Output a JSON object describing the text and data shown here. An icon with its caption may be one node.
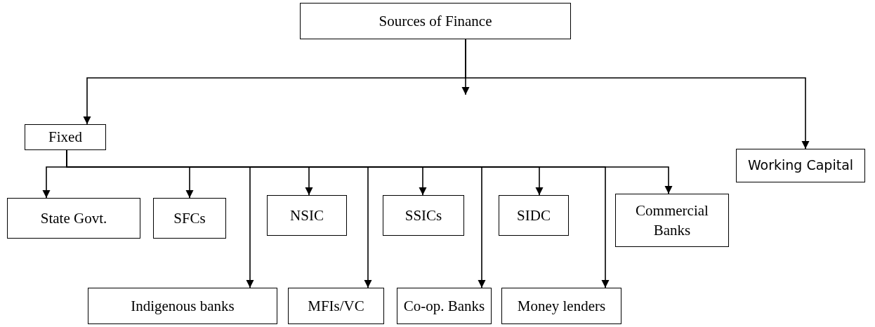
{
  "diagram": {
    "nodes": [
      {
        "text": [
          "Sources of Finance"
        ]
      },
      {
        "text": [
          "Fixed"
        ]
      },
      {
        "text": [
          "Working Capital"
        ]
      },
      {
        "text": [
          "State Govt."
        ]
      },
      {
        "text": [
          "SFCs"
        ]
      },
      {
        "text": [
          "NSIC"
        ]
      },
      {
        "text": [
          "SSICs"
        ]
      },
      {
        "text": [
          "SIDC"
        ]
      },
      {
        "text": [
          "Commercial Banks"
        ]
      },
      {
        "text": [
          "Indigenous banks"
        ]
      },
      {
        "text": [
          "MFIs/VC"
        ]
      },
      {
        "text": [
          "Co-op. Banks"
        ]
      },
      {
        "text": [
          "Money lenders"
        ]
      }
    ],
    "edges": [
      {
        "from": 0,
        "to": 1,
        "arrow": "to"
      },
      {
        "from": 0,
        "to": 2,
        "arrow": "to"
      },
      {
        "from": 1,
        "to": 3,
        "arrow": "to"
      },
      {
        "from": 1,
        "to": 4,
        "arrow": "to"
      },
      {
        "from": 1,
        "to": 9,
        "arrow": "to"
      },
      {
        "from": 1,
        "to": 5,
        "arrow": "to"
      },
      {
        "from": 1,
        "to": 10,
        "arrow": "to"
      },
      {
        "from": 1,
        "to": 6,
        "arrow": "to"
      },
      {
        "from": 1,
        "to": 11,
        "arrow": "to"
      },
      {
        "from": 1,
        "to": 7,
        "arrow": "to"
      },
      {
        "from": 1,
        "to": 12,
        "arrow": "to"
      },
      {
        "from": 1,
        "to": 8,
        "arrow": "to"
      }
    ]
  }
}
